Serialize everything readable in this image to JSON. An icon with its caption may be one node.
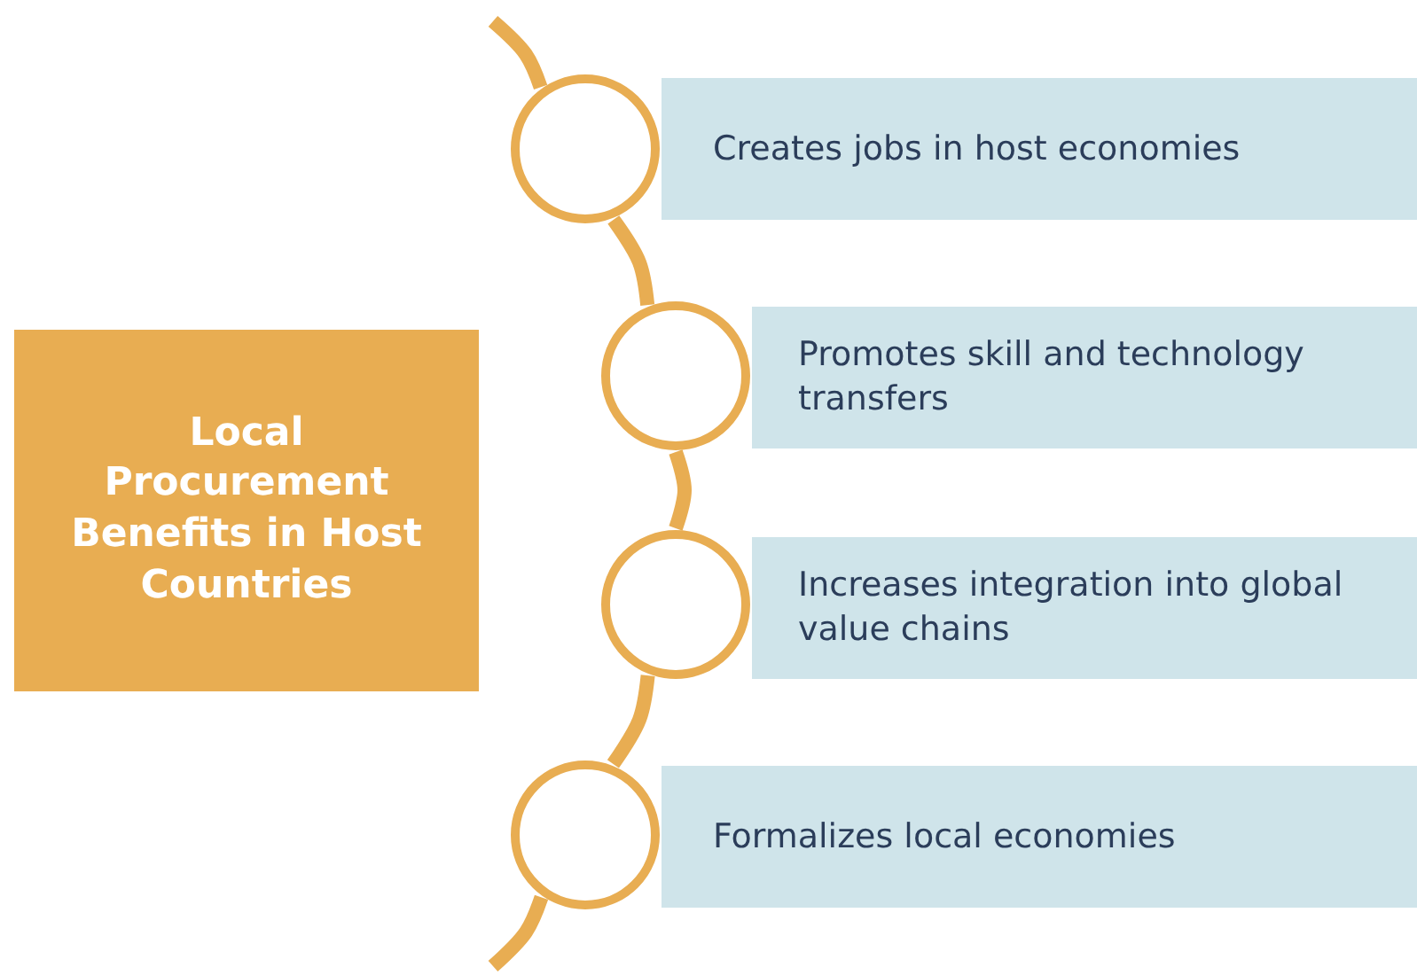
{
  "diagram": {
    "nodes": [
      {
        "text": [
          "Local Procurement Benefits in Host Countries"
        ]
      },
      {
        "text": [
          "Creates jobs in host economies"
        ]
      },
      {
        "text": [
          "Promotes skill and technology transfers"
        ]
      },
      {
        "text": [
          "Increases integration into global value chains"
        ]
      },
      {
        "text": [
          "Formalizes local economies"
        ]
      },
      {
        "text": [],
        "shape": "circle"
      },
      {
        "text": [],
        "shape": "circle"
      },
      {
        "text": [],
        "shape": "circle"
      },
      {
        "text": [],
        "shape": "circle"
      }
    ],
    "edges": [
      {
        "from": null,
        "to": 5,
        "arrow": "none"
      },
      {
        "from": 5,
        "to": 6,
        "arrow": "none"
      },
      {
        "from": 6,
        "to": 7,
        "arrow": "none"
      },
      {
        "from": 7,
        "to": 8,
        "arrow": "none"
      },
      {
        "from": 8,
        "to": null,
        "arrow": "none"
      }
    ]
  }
}
